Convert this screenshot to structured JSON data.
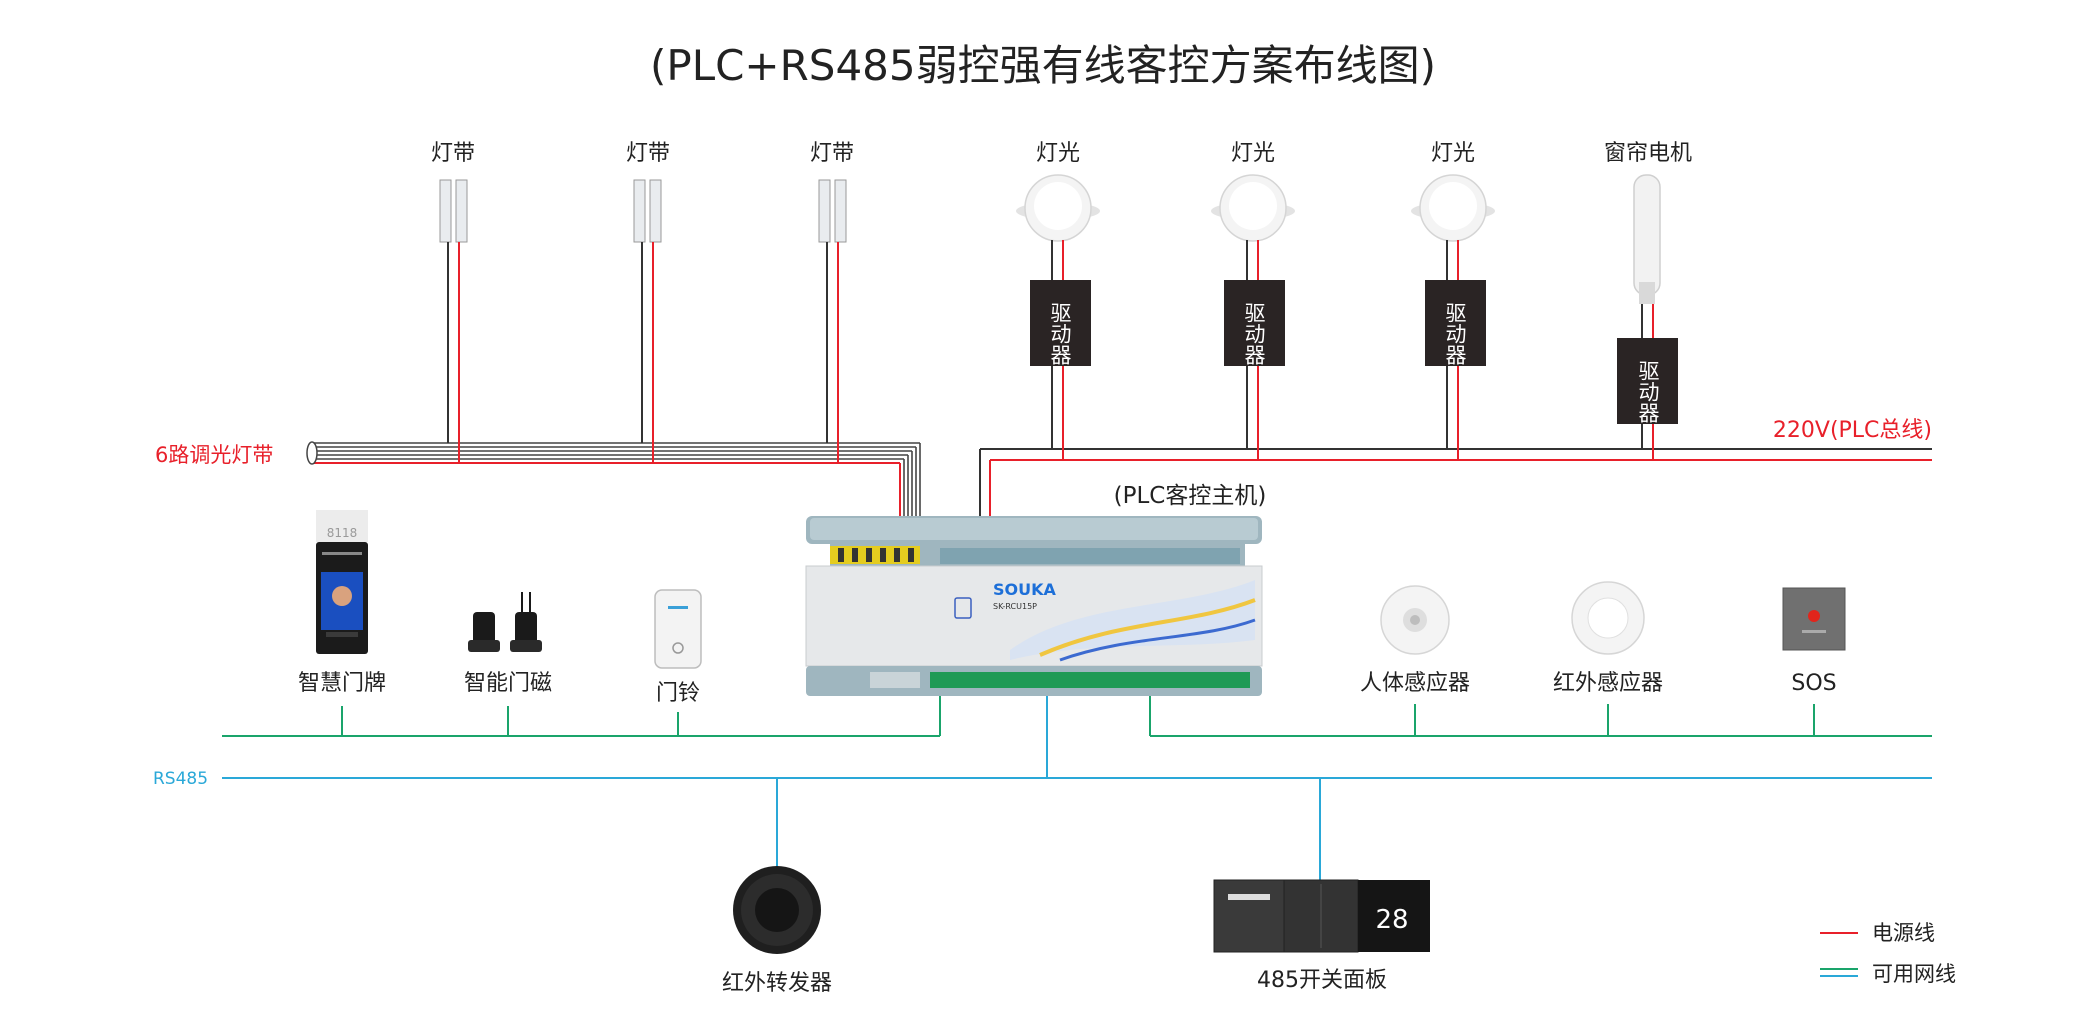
{
  "title": "(PLC+RS485弱控强有线客控方案布线图)",
  "top_devices": {
    "strip1": "灯带",
    "strip2": "灯带",
    "strip3": "灯带",
    "light1": "灯光",
    "light2": "灯光",
    "light3": "灯光",
    "curtain": "窗帘电机"
  },
  "driver_label": "驱动器",
  "bus_labels": {
    "dimming": "6路调光灯带",
    "plc_bus": "220V(PLC总线)",
    "rs485": "RS485"
  },
  "host": {
    "label": "(PLC客控主机)",
    "brand": "SOUKA",
    "model": "SK-RCU15P"
  },
  "left_devices": {
    "door_sign": "智慧门牌",
    "door_sign_room": "8118",
    "door_magnet": "智能门磁",
    "doorbell": "门铃"
  },
  "right_devices": {
    "human_sensor": "人体感应器",
    "ir_sensor": "红外感应器",
    "sos": "SOS"
  },
  "bottom_devices": {
    "ir_forwarder": "红外转发器",
    "switch_panel": "485开关面板",
    "panel_temp": "28"
  },
  "legend": {
    "power": "电源线",
    "network": "可用网线"
  },
  "colors": {
    "power": "#e8202a",
    "bus_dark": "#333333",
    "green": "#1aa46b",
    "blue": "#2aa8d8",
    "driver_bg": "#2a2424"
  }
}
